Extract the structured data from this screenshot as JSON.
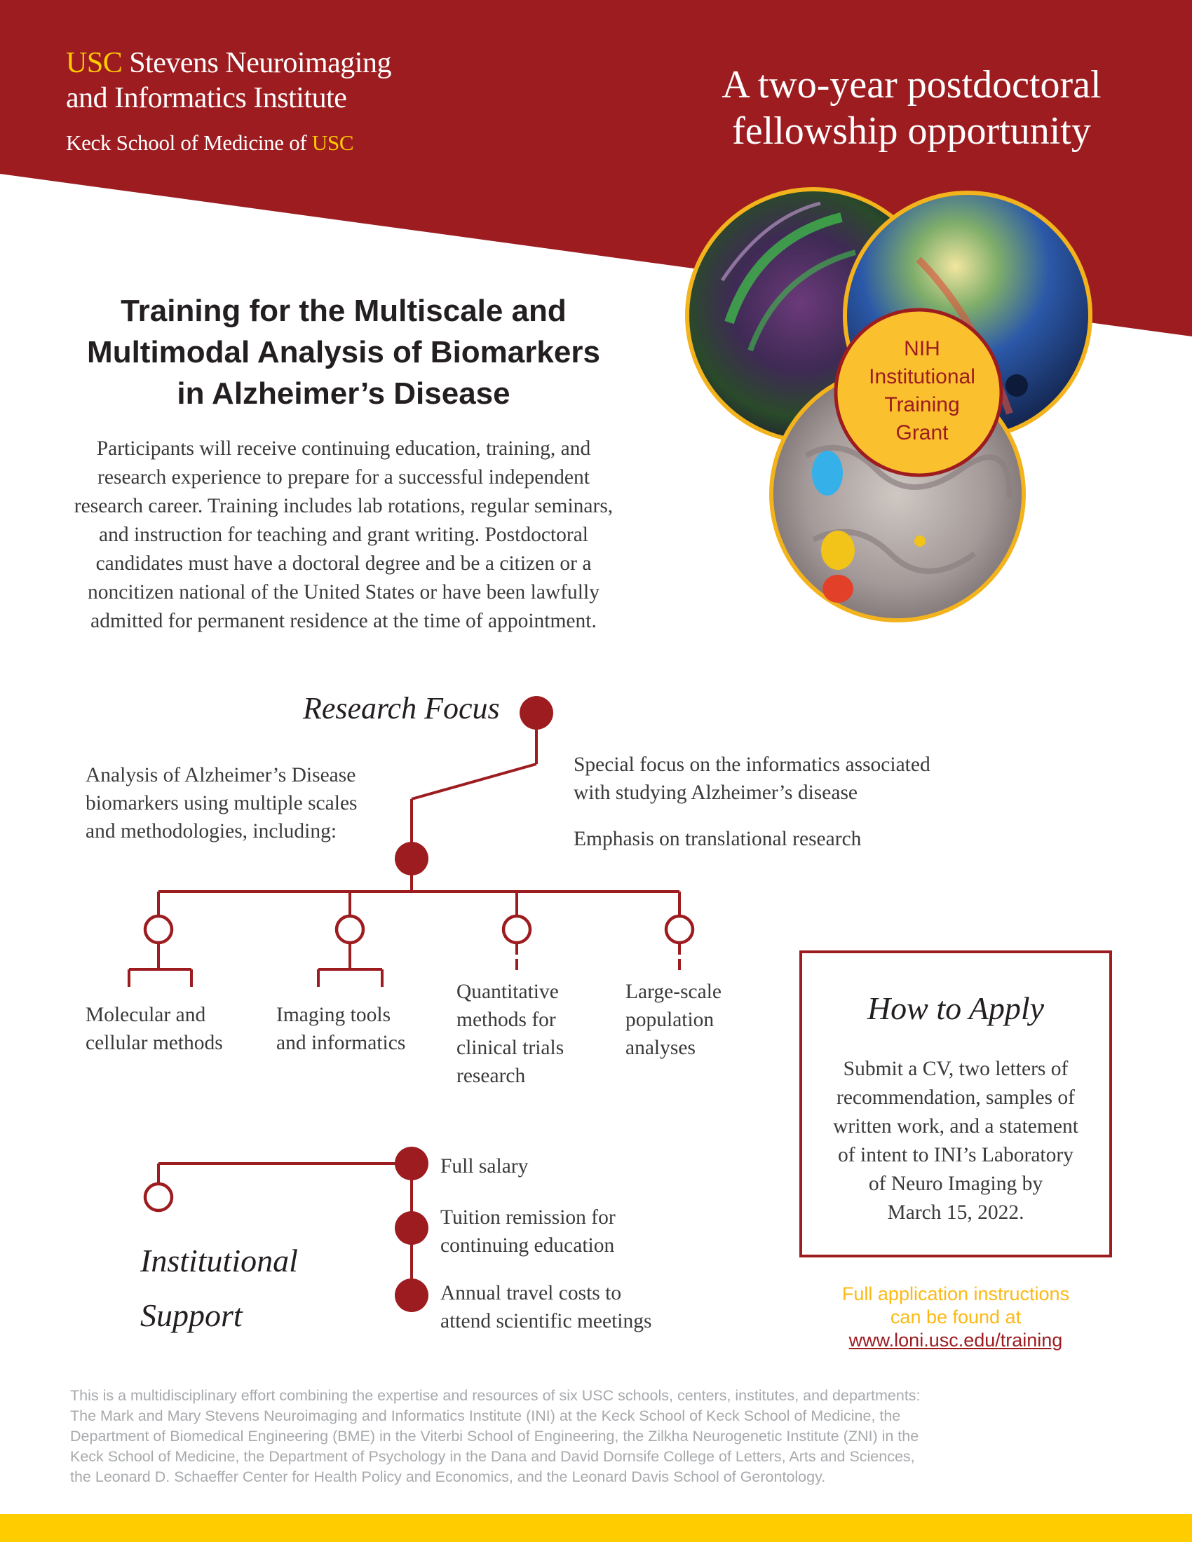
{
  "header": {
    "logo_line1_gold": "USC",
    "logo_line1_rest": " Stevens Neuroimaging",
    "logo_line2": "and Informatics Institute",
    "keck_prefix": "Keck School of Medicine of ",
    "keck_gold": "USC",
    "tagline_line1": "A two-year postdoctoral",
    "tagline_line2": "fellowship opportunity"
  },
  "badge": {
    "line1": "NIH",
    "line2": "Institutional",
    "line3": "Training",
    "line4": "Grant"
  },
  "title": {
    "line1": "Training for the Multiscale and",
    "line2": "Multimodal Analysis of Biomarkers",
    "line3": "in Alzheimer’s Disease"
  },
  "intro": {
    "lines": [
      "Participants will receive continuing education, training, and",
      "research experience to prepare for a successful independent",
      "research career. Training includes lab rotations, regular seminars,",
      "and instruction for teaching and grant writing. Postdoctoral",
      "candidates must have a doctoral degree and be a citizen or a",
      "noncitizen national of the United States or have been lawfully",
      "admitted for permanent residence at the time of appointment."
    ]
  },
  "research_focus": {
    "title": "Research Focus",
    "left_text": [
      "Analysis of Alzheimer’s Disease",
      "biomarkers using multiple scales",
      "and methodologies, including:"
    ],
    "right_item1": [
      "Special focus on the informatics associated",
      "with studying Alzheimer’s disease"
    ],
    "right_item2": "Emphasis on translational research",
    "branches": [
      {
        "lines": [
          "Molecular and",
          "cellular methods"
        ]
      },
      {
        "lines": [
          "Imaging tools",
          "and informatics"
        ]
      },
      {
        "lines": [
          "Quantitative",
          "methods for",
          "clinical trials",
          "research"
        ]
      },
      {
        "lines": [
          "Large-scale",
          "population",
          "analyses"
        ]
      }
    ]
  },
  "institutional_support": {
    "title_line1": "Institutional",
    "title_line2": "Support",
    "items": [
      {
        "lines": [
          "Full salary"
        ]
      },
      {
        "lines": [
          "Tuition remission for",
          "continuing education"
        ]
      },
      {
        "lines": [
          "Annual travel costs to",
          "attend scientific meetings"
        ]
      }
    ]
  },
  "how_to_apply": {
    "title": "How to Apply",
    "lines": [
      "Submit a CV, two letters of",
      "recommendation, samples of",
      "written work, and a statement",
      "of intent to INI’s Laboratory",
      "of Neuro Imaging by",
      "March 15, 2022."
    ]
  },
  "instructions": {
    "line1": "Full application instructions",
    "line2": "can be found at",
    "link": "www.loni.usc.edu/training"
  },
  "footer": {
    "lines": [
      "This is a multidisciplinary effort combining the expertise and resources of six USC schools, centers, institutes, and departments:",
      "The Mark and Mary Stevens Neuroimaging and Informatics Institute (INI) at the Keck School of Keck School of Medicine, the",
      "Department of Biomedical Engineering (BME) in the Viterbi School of Engineering, the Zilkha Neurogenetic Institute (ZNI) in the",
      "Keck School of Medicine, the Department of Psychology in the Dana and David Dornsife College of Letters, Arts and Sciences,",
      "the Leonard D. Schaeffer Center for Health Policy and Economics, and the Leonard Davis School of Gerontology."
    ]
  },
  "colors": {
    "cardinal": "#9d1c20",
    "gold": "#ffcc00",
    "badge_gold": "#fbc02d",
    "instruction_gold": "#fdb913",
    "text": "#231f20",
    "footer_gray": "#a7a9ac"
  }
}
